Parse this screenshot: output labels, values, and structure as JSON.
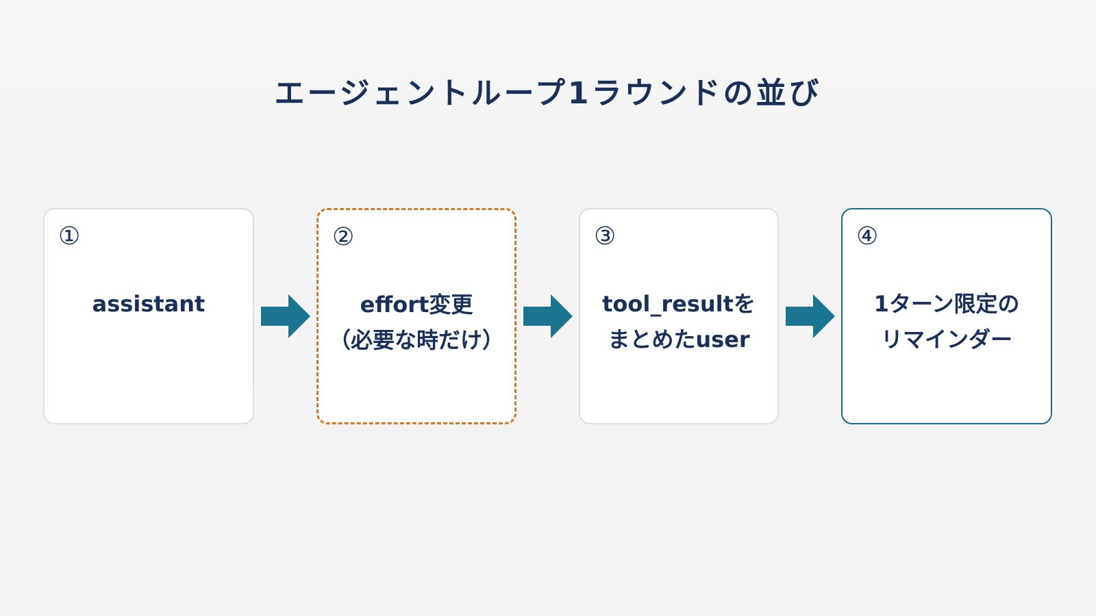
{
  "title": "エージェントループ1ラウンドの並び",
  "steps": [
    {
      "number": "①",
      "lines": [
        "assistant"
      ]
    },
    {
      "number": "②",
      "lines": [
        "effort変更",
        "（必要な時だけ）"
      ]
    },
    {
      "number": "③",
      "lines": [
        "tool_resultを",
        "まとめたuser"
      ]
    },
    {
      "number": "④",
      "lines": [
        "1ターン限定の",
        "リマインダー"
      ]
    }
  ],
  "colors": {
    "title": "#1a2f5a",
    "arrow": "#1b7590",
    "optional_border": "#d2782a",
    "final_border": "#1d6a84"
  }
}
